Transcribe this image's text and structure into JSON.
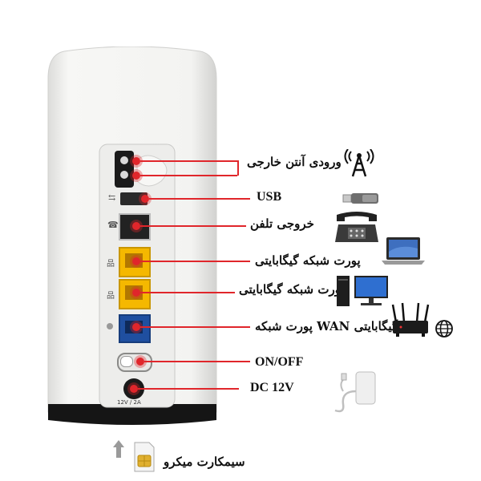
{
  "labels": {
    "antenna": "ورودی آنتن خارجی",
    "usb": "USB",
    "phone": "خروجی تلفن",
    "lan1": "پورت شبکه گیگابایتی",
    "lan2": "پورت شبکه گیگابایتی",
    "wan": "پورت شبکه WAN گیگابایتی",
    "power_switch": "ON/OFF",
    "dc": "DC 12V",
    "sim": "سیمکارت میکرو"
  },
  "device": {
    "dc_rating": "12V / 2A"
  },
  "colors": {
    "accent_red": "#e0262b",
    "lan_port_yellow": "#f5b800",
    "wan_port_blue": "#1f4fa0",
    "device_body": "#f4f4f2"
  },
  "icons": [
    "antenna-tower-icon",
    "usb-stick-icon",
    "telephone-icon",
    "laptop-icon",
    "desktop-computer-icon",
    "router-icon",
    "globe-icon",
    "power-adapter-icon",
    "sim-card-icon",
    "arrow-up-icon"
  ]
}
